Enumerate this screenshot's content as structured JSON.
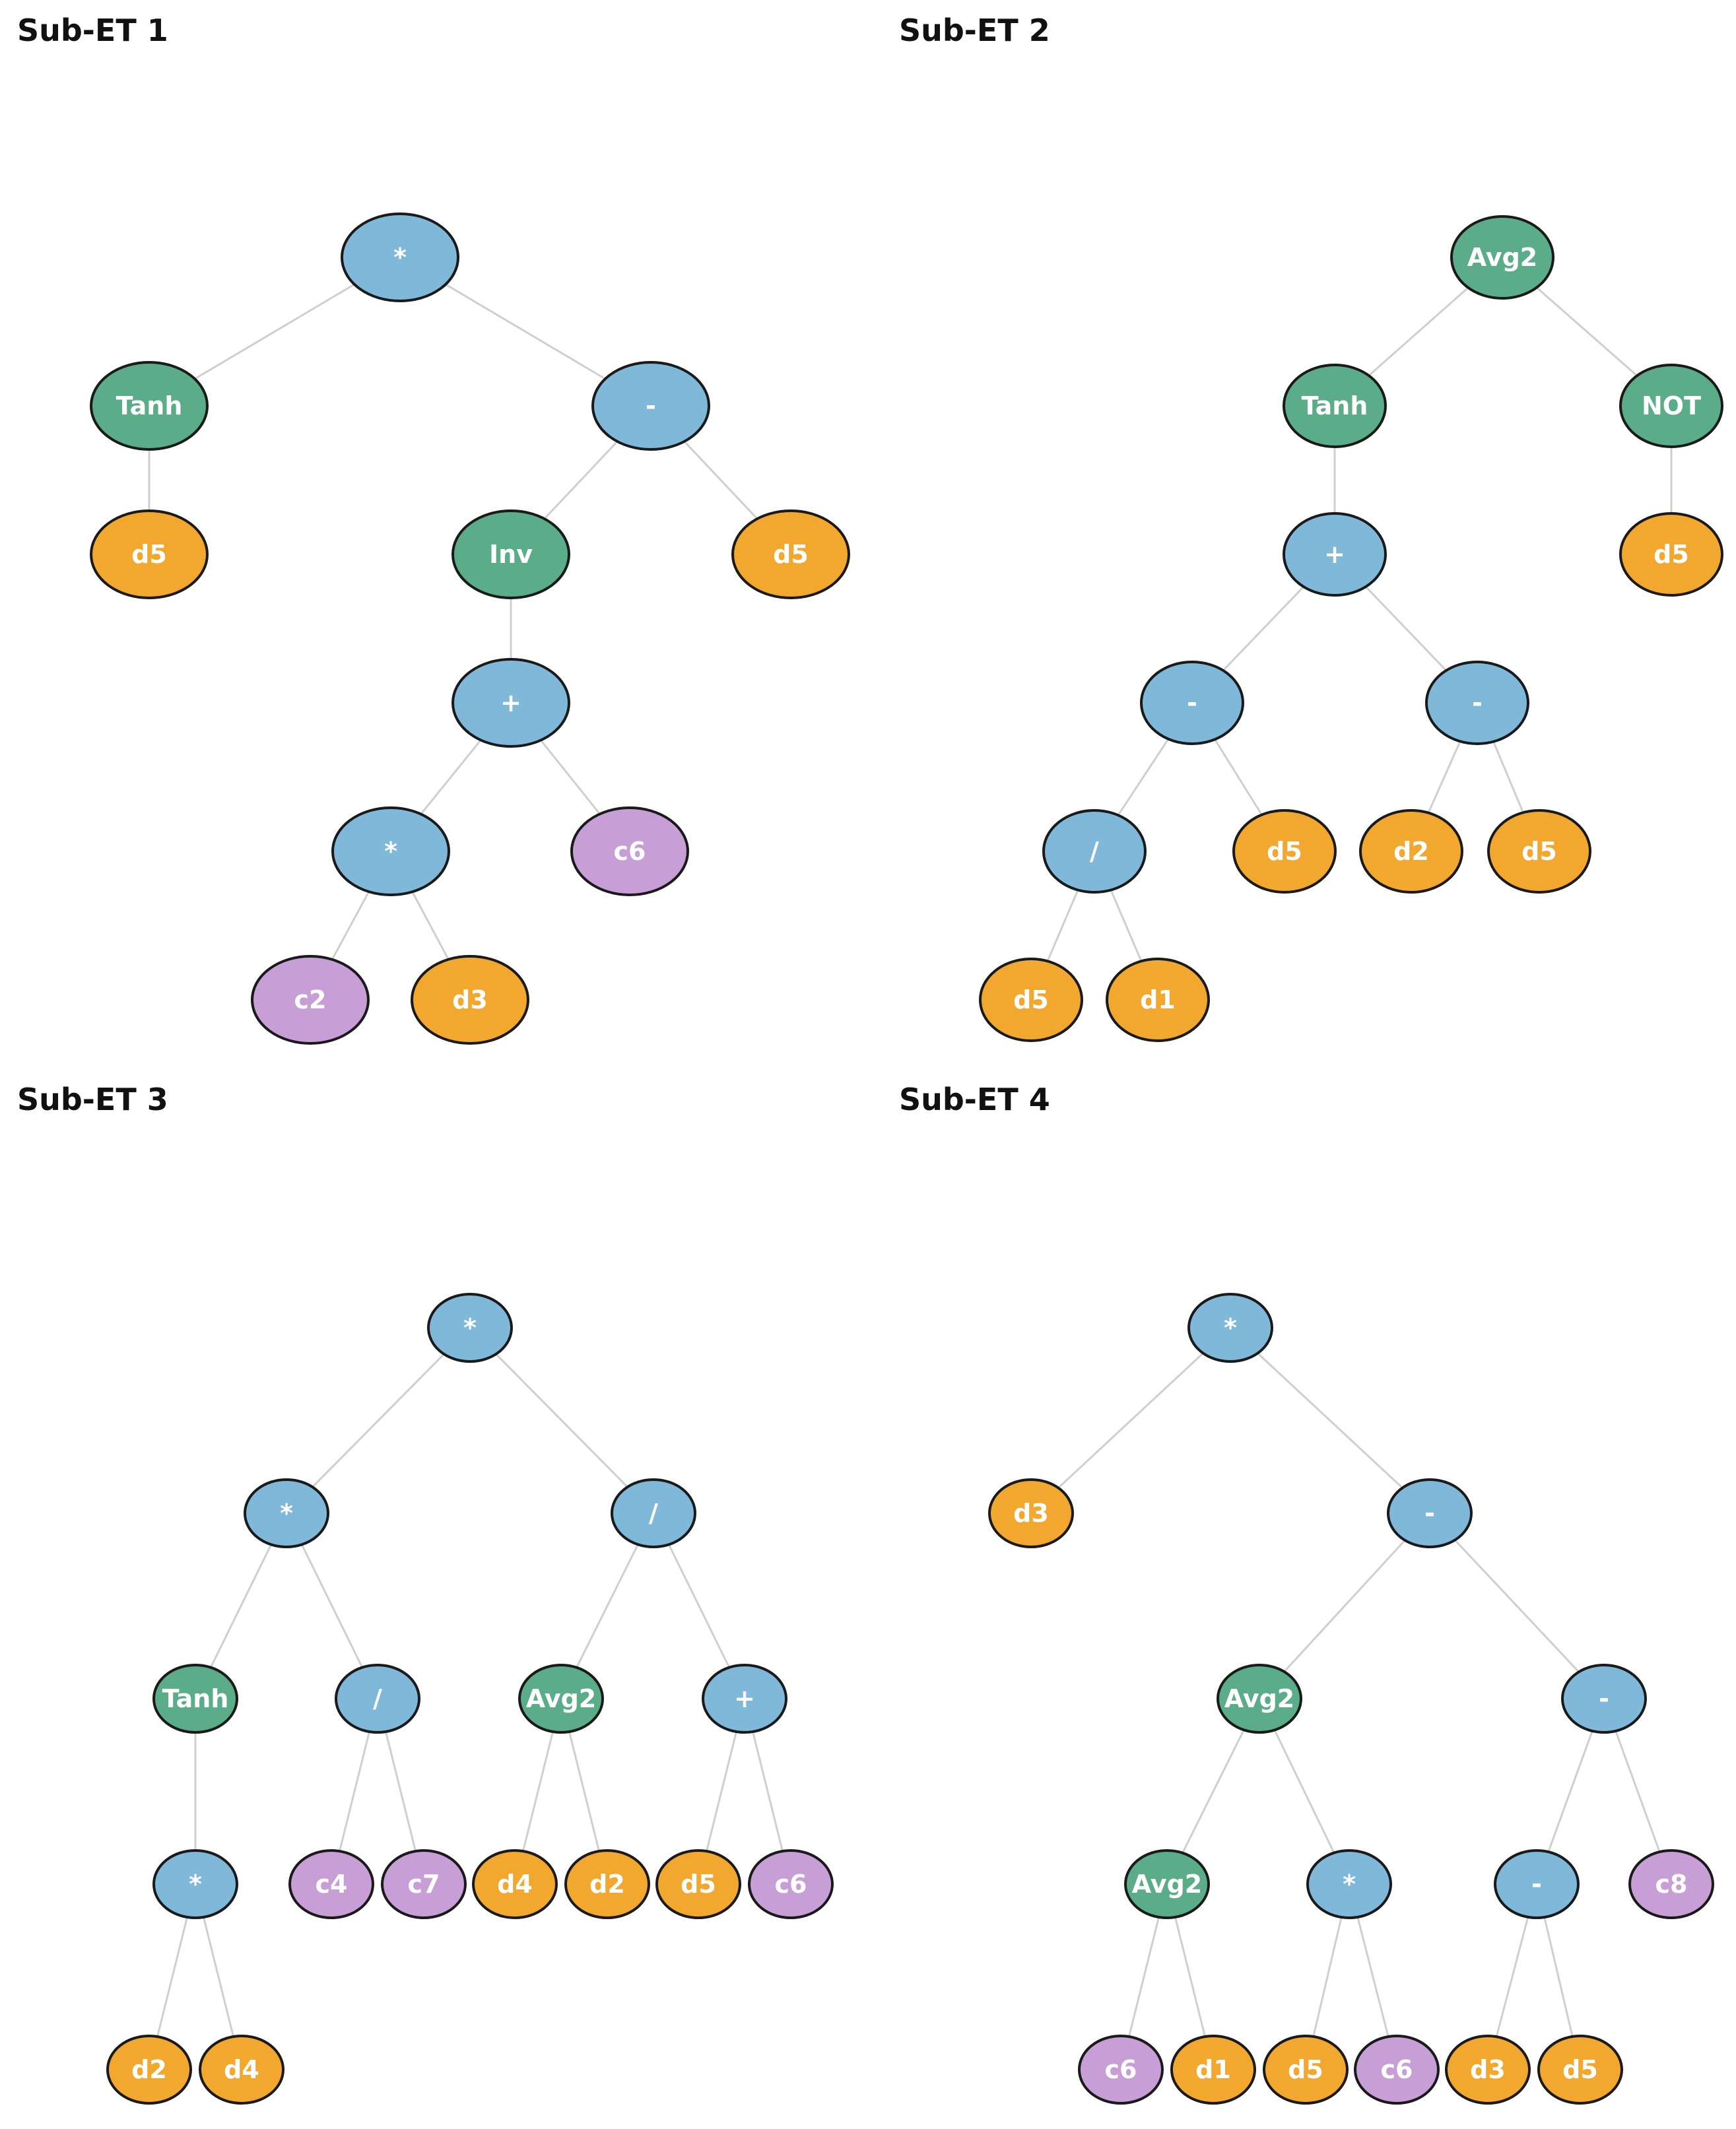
{
  "colors": {
    "operator": "#7fb8d8",
    "function": "#5aad88",
    "variable": "#f2a72e",
    "constant": "#c79fd6",
    "edge": "#cfcfcf",
    "outline": "#1a1a1a"
  },
  "panels": [
    {
      "title": "Sub-ET 1",
      "tree": {
        "label": "*",
        "kind": "operator",
        "children": [
          {
            "label": "Tanh",
            "kind": "function",
            "children": [
              {
                "label": "d5",
                "kind": "variable"
              }
            ]
          },
          {
            "label": "-",
            "kind": "operator",
            "children": [
              {
                "label": "Inv",
                "kind": "function",
                "children": [
                  {
                    "label": "+",
                    "kind": "operator",
                    "children": [
                      {
                        "label": "*",
                        "kind": "operator",
                        "children": [
                          {
                            "label": "c2",
                            "kind": "constant"
                          },
                          {
                            "label": "d3",
                            "kind": "variable"
                          }
                        ]
                      },
                      {
                        "label": "c6",
                        "kind": "constant"
                      }
                    ]
                  }
                ]
              },
              {
                "label": "d5",
                "kind": "variable"
              }
            ]
          }
        ]
      }
    },
    {
      "title": "Sub-ET 2",
      "tree": {
        "label": "Avg2",
        "kind": "function",
        "children": [
          {
            "label": "Tanh",
            "kind": "function",
            "children": [
              {
                "label": "+",
                "kind": "operator",
                "children": [
                  {
                    "label": "-",
                    "kind": "operator",
                    "children": [
                      {
                        "label": "/",
                        "kind": "operator",
                        "children": [
                          {
                            "label": "d5",
                            "kind": "variable"
                          },
                          {
                            "label": "d1",
                            "kind": "variable"
                          }
                        ]
                      },
                      {
                        "label": "d5",
                        "kind": "variable"
                      }
                    ]
                  },
                  {
                    "label": "-",
                    "kind": "operator",
                    "children": [
                      {
                        "label": "d2",
                        "kind": "variable"
                      },
                      {
                        "label": "d5",
                        "kind": "variable"
                      }
                    ]
                  }
                ]
              }
            ]
          },
          {
            "label": "NOT",
            "kind": "function",
            "children": [
              {
                "label": "d5",
                "kind": "variable"
              }
            ]
          }
        ]
      }
    },
    {
      "title": "Sub-ET 3",
      "tree": {
        "label": "*",
        "kind": "operator",
        "children": [
          {
            "label": "*",
            "kind": "operator",
            "children": [
              {
                "label": "Tanh",
                "kind": "function",
                "children": [
                  {
                    "label": "*",
                    "kind": "operator",
                    "children": [
                      {
                        "label": "d2",
                        "kind": "variable"
                      },
                      {
                        "label": "d4",
                        "kind": "variable"
                      }
                    ]
                  }
                ]
              },
              {
                "label": "/",
                "kind": "operator",
                "children": [
                  {
                    "label": "c4",
                    "kind": "constant"
                  },
                  {
                    "label": "c7",
                    "kind": "constant"
                  }
                ]
              }
            ]
          },
          {
            "label": "/",
            "kind": "operator",
            "children": [
              {
                "label": "Avg2",
                "kind": "function",
                "children": [
                  {
                    "label": "d4",
                    "kind": "variable"
                  },
                  {
                    "label": "d2",
                    "kind": "variable"
                  }
                ]
              },
              {
                "label": "+",
                "kind": "operator",
                "children": [
                  {
                    "label": "d5",
                    "kind": "variable"
                  },
                  {
                    "label": "c6",
                    "kind": "constant"
                  }
                ]
              }
            ]
          }
        ]
      }
    },
    {
      "title": "Sub-ET 4",
      "tree": {
        "label": "*",
        "kind": "operator",
        "children": [
          {
            "label": "d3",
            "kind": "variable"
          },
          {
            "label": "-",
            "kind": "operator",
            "children": [
              {
                "label": "Avg2",
                "kind": "function",
                "children": [
                  {
                    "label": "Avg2",
                    "kind": "function",
                    "children": [
                      {
                        "label": "c6",
                        "kind": "constant"
                      },
                      {
                        "label": "d1",
                        "kind": "variable"
                      }
                    ]
                  },
                  {
                    "label": "*",
                    "kind": "operator",
                    "children": [
                      {
                        "label": "d5",
                        "kind": "variable"
                      },
                      {
                        "label": "c6",
                        "kind": "constant"
                      }
                    ]
                  }
                ]
              },
              {
                "label": "-",
                "kind": "operator",
                "children": [
                  {
                    "label": "-",
                    "kind": "operator",
                    "children": [
                      {
                        "label": "d3",
                        "kind": "variable"
                      },
                      {
                        "label": "d5",
                        "kind": "variable"
                      }
                    ]
                  },
                  {
                    "label": "c8",
                    "kind": "constant"
                  }
                ]
              }
            ]
          }
        ]
      }
    }
  ]
}
